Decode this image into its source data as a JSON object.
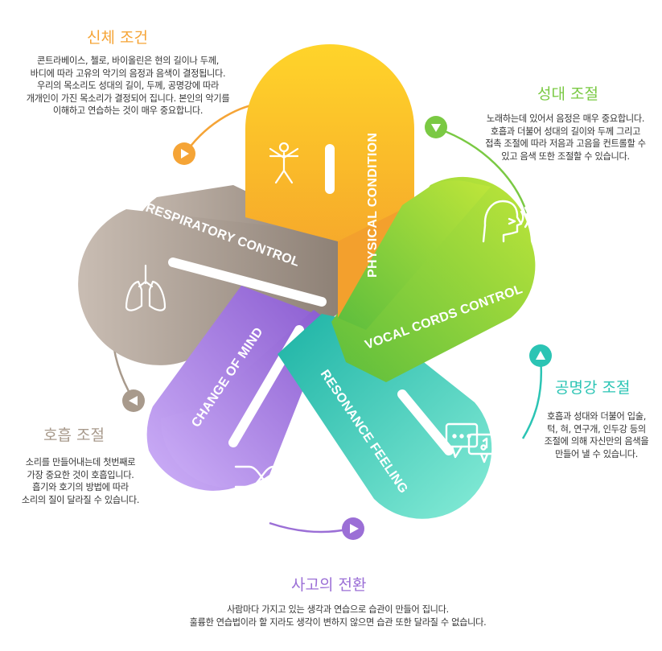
{
  "sections": {
    "physical": {
      "title": "신체 조건",
      "desc": "콘트라베이스, 첼로, 바이올린은 현의 길이나 두께,\n바디에 따라 고유의 악기의 음정과 음색이 결정됩니다.\n우리의 목소리도 성대의 길이, 두께, 공명강에 따라\n개개인이 가진 목소리가 결정되어 집니다. 본인의 악기를\n이해하고 연습하는 것이 매우 중요합니다.",
      "color": "#f5a436"
    },
    "vocal": {
      "title": "성대 조절",
      "desc": "노래하는데 있어서 음정은 매우 중요합니다.\n호흡과 더불어 성대의 길이와 두께 그리고\n접촉 조절에 따라 저음과 고음을 컨트롤할 수\n있고 음색 또한 조절할 수 있습니다.",
      "color": "#7ac943"
    },
    "resonance": {
      "title": "공명강 조절",
      "desc": "호흡과 성대와 더불어 입술,\n턱, 혀, 연구개, 인두강 등의\n조절에 의해 자신만의 음색을\n만들어 낼 수 있습니다.",
      "color": "#2bc4b4"
    },
    "mind": {
      "title": "사고의 전환",
      "desc": "사람마다 가지고 있는 생각과 연습으로 습관이 만들어 집니다.\n훌륭한 연습법이라 할 지라도 생각이 변하지 않으면 습관 또한 달라질 수 없습니다.",
      "color": "#9b6fd6"
    },
    "breath": {
      "title": "호흡 조절",
      "desc": "소리를 만들어내는데 첫번째로\n가장 중요한 것이 호흡입니다.\n흡기와 호기의 방법에 따라\n소리의 질이 달라질 수 있습니다.",
      "color": "#a89a8c"
    }
  },
  "bands": {
    "physical": "PHYSICAL CONDITION",
    "respiratory": "RESPIRATORY CONTROL",
    "vocal": "VOCAL CORDS CONTROL",
    "resonance": "RESONANCE FEELING",
    "mind": "CHANGE OF MIND"
  },
  "icons": {
    "physical": "vitruvian-man-icon",
    "respiratory": "lungs-icon",
    "vocal": "speaking-head-icon",
    "resonance": "chat-bubbles-icon",
    "mind": "shuffle-icon"
  }
}
